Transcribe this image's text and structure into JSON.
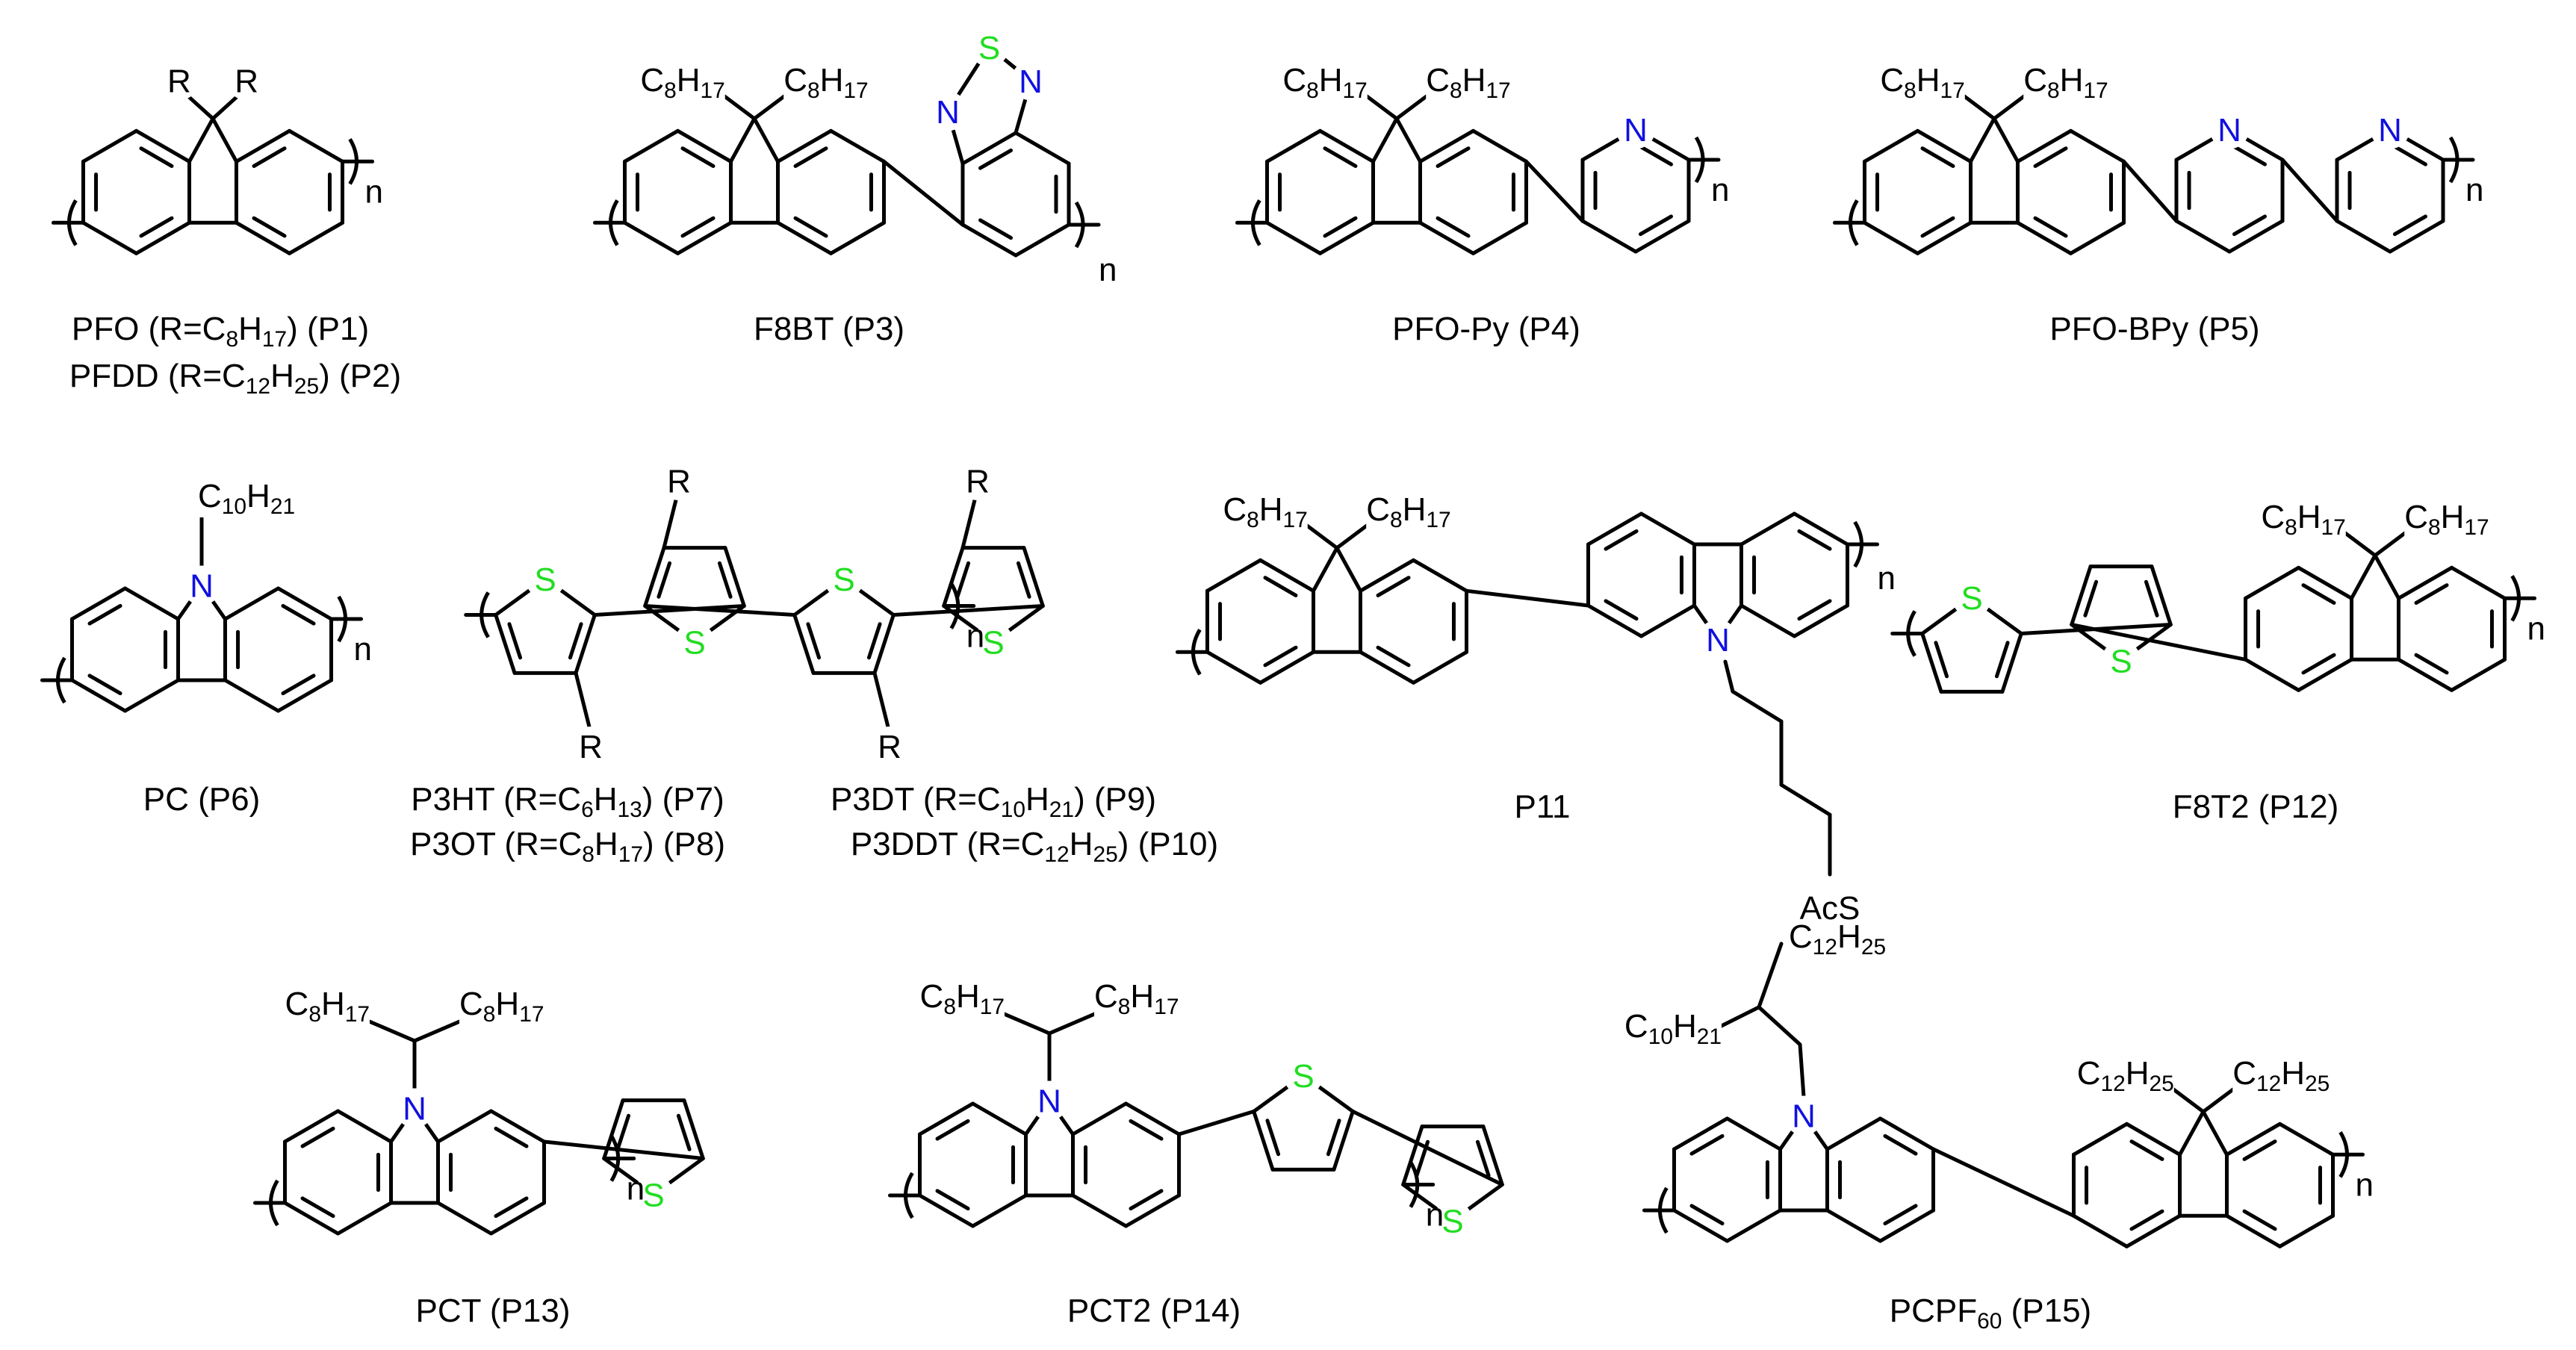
{
  "colors": {
    "bond": "#000000",
    "nitrogen": "#1010e0",
    "sulfur": "#22dd22"
  },
  "atoms": {
    "N": "N",
    "S": "S",
    "R": "R",
    "n": "n",
    "AcS": "AcS"
  },
  "substituents": {
    "octyl": [
      "C",
      "8",
      "H",
      "17"
    ],
    "decyl": [
      "C",
      "10",
      "H",
      "21"
    ],
    "dodecyl": [
      "C",
      "12",
      "H",
      "25"
    ]
  },
  "polymers": [
    {
      "id": "P1",
      "caption": [
        [
          "PFO (R=C",
          ""
        ],
        [
          "8",
          "sub"
        ],
        [
          "H",
          ""
        ],
        [
          "17",
          "sub"
        ],
        [
          ") (P1)",
          ""
        ]
      ]
    },
    {
      "id": "P2",
      "caption": [
        [
          "PFDD (R=C",
          ""
        ],
        [
          "12",
          "sub"
        ],
        [
          "H",
          ""
        ],
        [
          "25",
          "sub"
        ],
        [
          ") (P2)",
          ""
        ]
      ]
    },
    {
      "id": "P3",
      "caption": [
        [
          "F8BT (P3)",
          ""
        ]
      ]
    },
    {
      "id": "P4",
      "caption": [
        [
          "PFO-Py (P4)",
          ""
        ]
      ]
    },
    {
      "id": "P5",
      "caption": [
        [
          "PFO-BPy (P5)",
          ""
        ]
      ]
    },
    {
      "id": "P6",
      "caption": [
        [
          "PC (P6)",
          ""
        ]
      ]
    },
    {
      "id": "P7",
      "caption": [
        [
          "P3HT (R=C",
          ""
        ],
        [
          "6",
          "sub"
        ],
        [
          "H",
          ""
        ],
        [
          "13",
          "sub"
        ],
        [
          ") (P7)",
          ""
        ]
      ]
    },
    {
      "id": "P8",
      "caption": [
        [
          "P3OT (R=C",
          ""
        ],
        [
          "8",
          "sub"
        ],
        [
          "H",
          ""
        ],
        [
          "17",
          "sub"
        ],
        [
          ") (P8)",
          ""
        ]
      ]
    },
    {
      "id": "P9",
      "caption": [
        [
          "P3DT (R=C",
          ""
        ],
        [
          "10",
          "sub"
        ],
        [
          "H",
          ""
        ],
        [
          "21",
          "sub"
        ],
        [
          ") (P9)",
          ""
        ]
      ]
    },
    {
      "id": "P10",
      "caption": [
        [
          "P3DDT (R=C",
          ""
        ],
        [
          "12",
          "sub"
        ],
        [
          "H",
          ""
        ],
        [
          "25",
          "sub"
        ],
        [
          ") (P10)",
          ""
        ]
      ]
    },
    {
      "id": "P11",
      "caption": [
        [
          "P11",
          ""
        ]
      ]
    },
    {
      "id": "P12",
      "caption": [
        [
          "F8T2 (P12)",
          ""
        ]
      ]
    },
    {
      "id": "P13",
      "caption": [
        [
          "PCT (P13)",
          ""
        ]
      ]
    },
    {
      "id": "P14",
      "caption": [
        [
          "PCT2 (P14)",
          ""
        ]
      ]
    },
    {
      "id": "P15",
      "caption": [
        [
          "PCPF",
          ""
        ],
        [
          "60",
          "sub"
        ],
        [
          " (P15)",
          ""
        ]
      ]
    }
  ]
}
